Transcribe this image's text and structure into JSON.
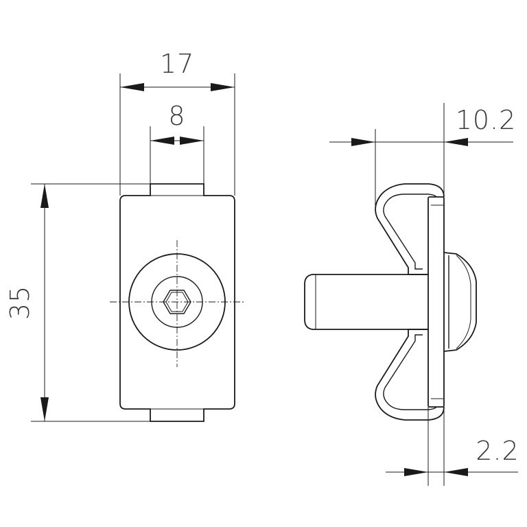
{
  "dimensions": {
    "width_top": "17",
    "slot_width": "8",
    "height": "35",
    "depth": "10.2",
    "plate_thickness": "2.2"
  },
  "colors": {
    "line": "#1a1a1a",
    "text": "#3a3a3a",
    "background": "#ffffff"
  }
}
